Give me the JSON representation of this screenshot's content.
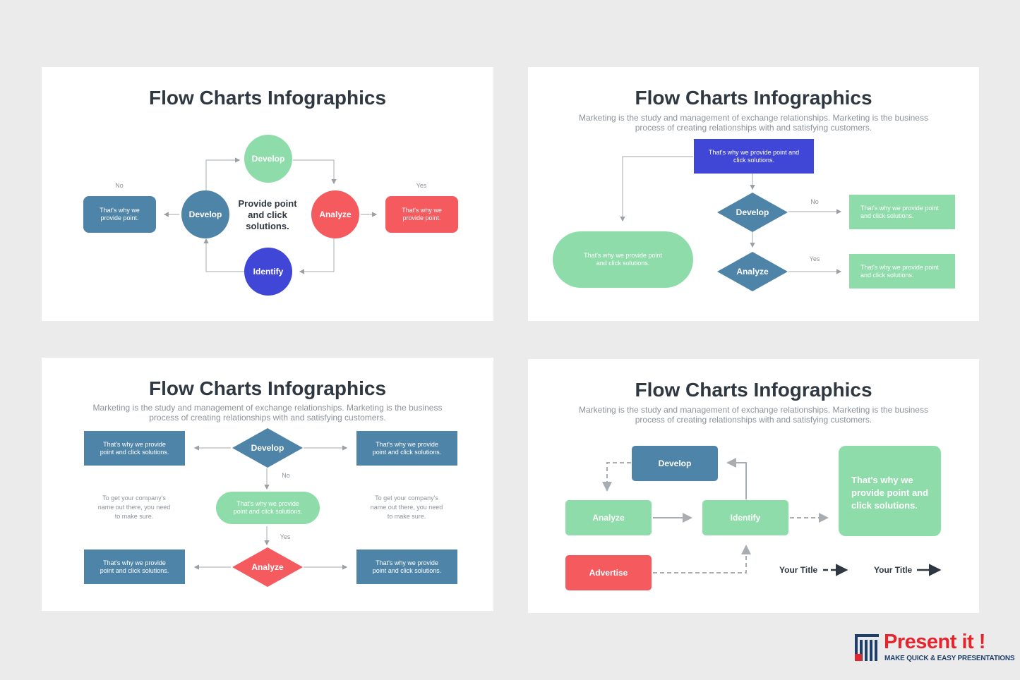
{
  "colors": {
    "steel": "#4e84a8",
    "green": "#8ddcaa",
    "red": "#f45a5e",
    "blue": "#4047d6",
    "title": "#2f3740"
  },
  "card1": {
    "title": "Flow Charts Infographics",
    "center_text": "Provide point and click solutions.",
    "node_top": "Develop",
    "node_left": "Develop",
    "node_right": "Analyze",
    "node_bottom": "Identify",
    "left_box": "That's why we provide point.",
    "right_box": "That's why we provide point.",
    "label_no": "No",
    "label_yes": "Yes"
  },
  "card2": {
    "title": "Flow Charts Infographics",
    "subtitle": "Marketing is the study and management of exchange relationships. Marketing is the business process of creating relationships with and satisfying customers.",
    "top_box": "That's why we provide point and click solutions.",
    "pill": "That's why we provide point and click solutions.",
    "diamond1": "Develop",
    "diamond2": "Analyze",
    "label_no": "No",
    "label_yes": "Yes",
    "right_box1": "That's why we provide point and click solutions.",
    "right_box2": "That's why we provide point and click solutions."
  },
  "card3": {
    "title": "Flow Charts Infographics",
    "subtitle": "Marketing is the study and management of exchange relationships. Marketing is the business process of creating relationships with and satisfying customers.",
    "diamond1": "Develop",
    "diamond2": "Analyze",
    "box_tl": "That's why we provide point and click solutions.",
    "box_tr": "That's why we provide point and click solutions.",
    "box_bl": "That's why we provide point and click solutions.",
    "box_br": "That's why we provide point and click solutions.",
    "pill": "That's why we provide point and click solutions.",
    "note_left": "To get your company's name out there, you need to make sure.",
    "note_right": "To get your company's name out there, you need to make sure.",
    "label_no": "No",
    "label_yes": "Yes"
  },
  "card4": {
    "title": "Flow Charts Infographics",
    "subtitle": "Marketing is the study and management of exchange relationships. Marketing is the business process of creating relationships with and satisfying customers.",
    "develop": "Develop",
    "analyze": "Analyze",
    "identify": "Identify",
    "advertise": "Advertise",
    "big_box": "That's why we provide point and click solutions.",
    "legend_dashed": "Your Title",
    "legend_solid": "Your Title"
  },
  "logo": {
    "name": "Present it !",
    "tagline": "MAKE QUICK & EASY PRESENTATIONS"
  }
}
